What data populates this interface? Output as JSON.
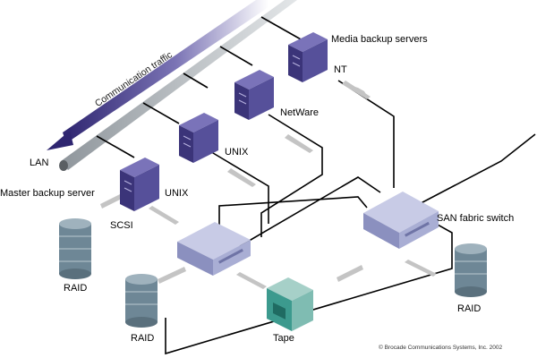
{
  "diagram": {
    "traffic_label": "Communication traffic",
    "lan_label": "LAN",
    "media_servers_label": "Media backup servers",
    "nt_label": "NT",
    "netware_label": "NetWare",
    "unix_label_1": "UNIX",
    "master_server_label": "Master backup server",
    "unix_label_2": "UNIX",
    "scsi_label": "SCSI",
    "san_switch_label": "SAN fabric switch",
    "raid_label_1": "RAID",
    "raid_label_2": "RAID",
    "raid_label_3": "RAID",
    "tape_label": "Tape",
    "copyright": "© Brocade Communications Systems, Inc. 2002"
  },
  "colors": {
    "server_purple": "#56509a",
    "switch_blue": "#a9aed4",
    "storage_slate": "#6e8796",
    "tape_teal": "#3c9a8e",
    "arrow_gray": "#bfbfbf",
    "traffic_gradient": "#3b2f7e"
  }
}
